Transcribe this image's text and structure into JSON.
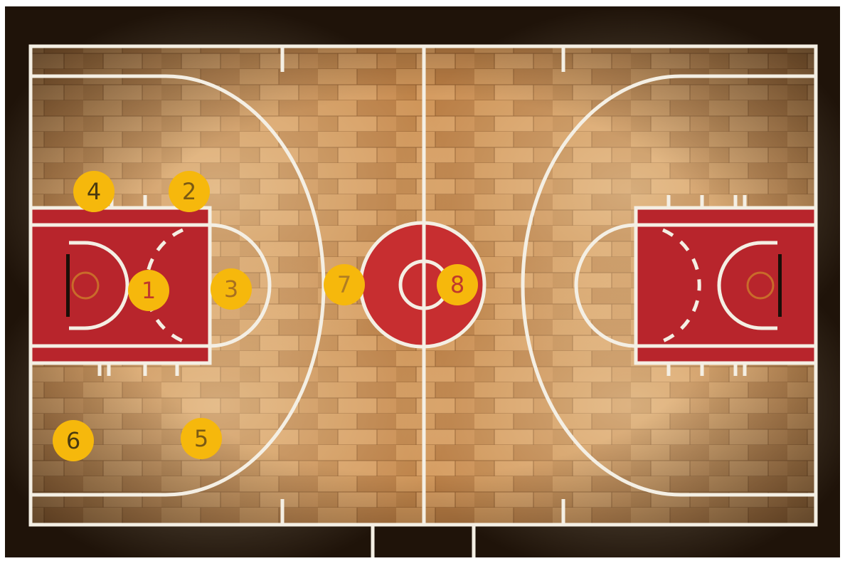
{
  "colors": {
    "surround": "#1f1309",
    "floor": "#c78a4f",
    "paint": "#b8252c",
    "lines": "#f4efe4",
    "marker_fill": "#f6b80c",
    "rim": "#c96b2a"
  },
  "markers": [
    {
      "id": "1",
      "label": "1",
      "text_color": "#c0392b"
    },
    {
      "id": "2",
      "label": "2",
      "text_color": "#7a5a14"
    },
    {
      "id": "3",
      "label": "3",
      "text_color": "#a87020"
    },
    {
      "id": "4",
      "label": "4",
      "text_color": "#4a3a10"
    },
    {
      "id": "5",
      "label": "5",
      "text_color": "#7a5a14"
    },
    {
      "id": "6",
      "label": "6",
      "text_color": "#4a3a10"
    },
    {
      "id": "7",
      "label": "7",
      "text_color": "#b07d23"
    },
    {
      "id": "8",
      "label": "8",
      "text_color": "#c0392b"
    }
  ]
}
